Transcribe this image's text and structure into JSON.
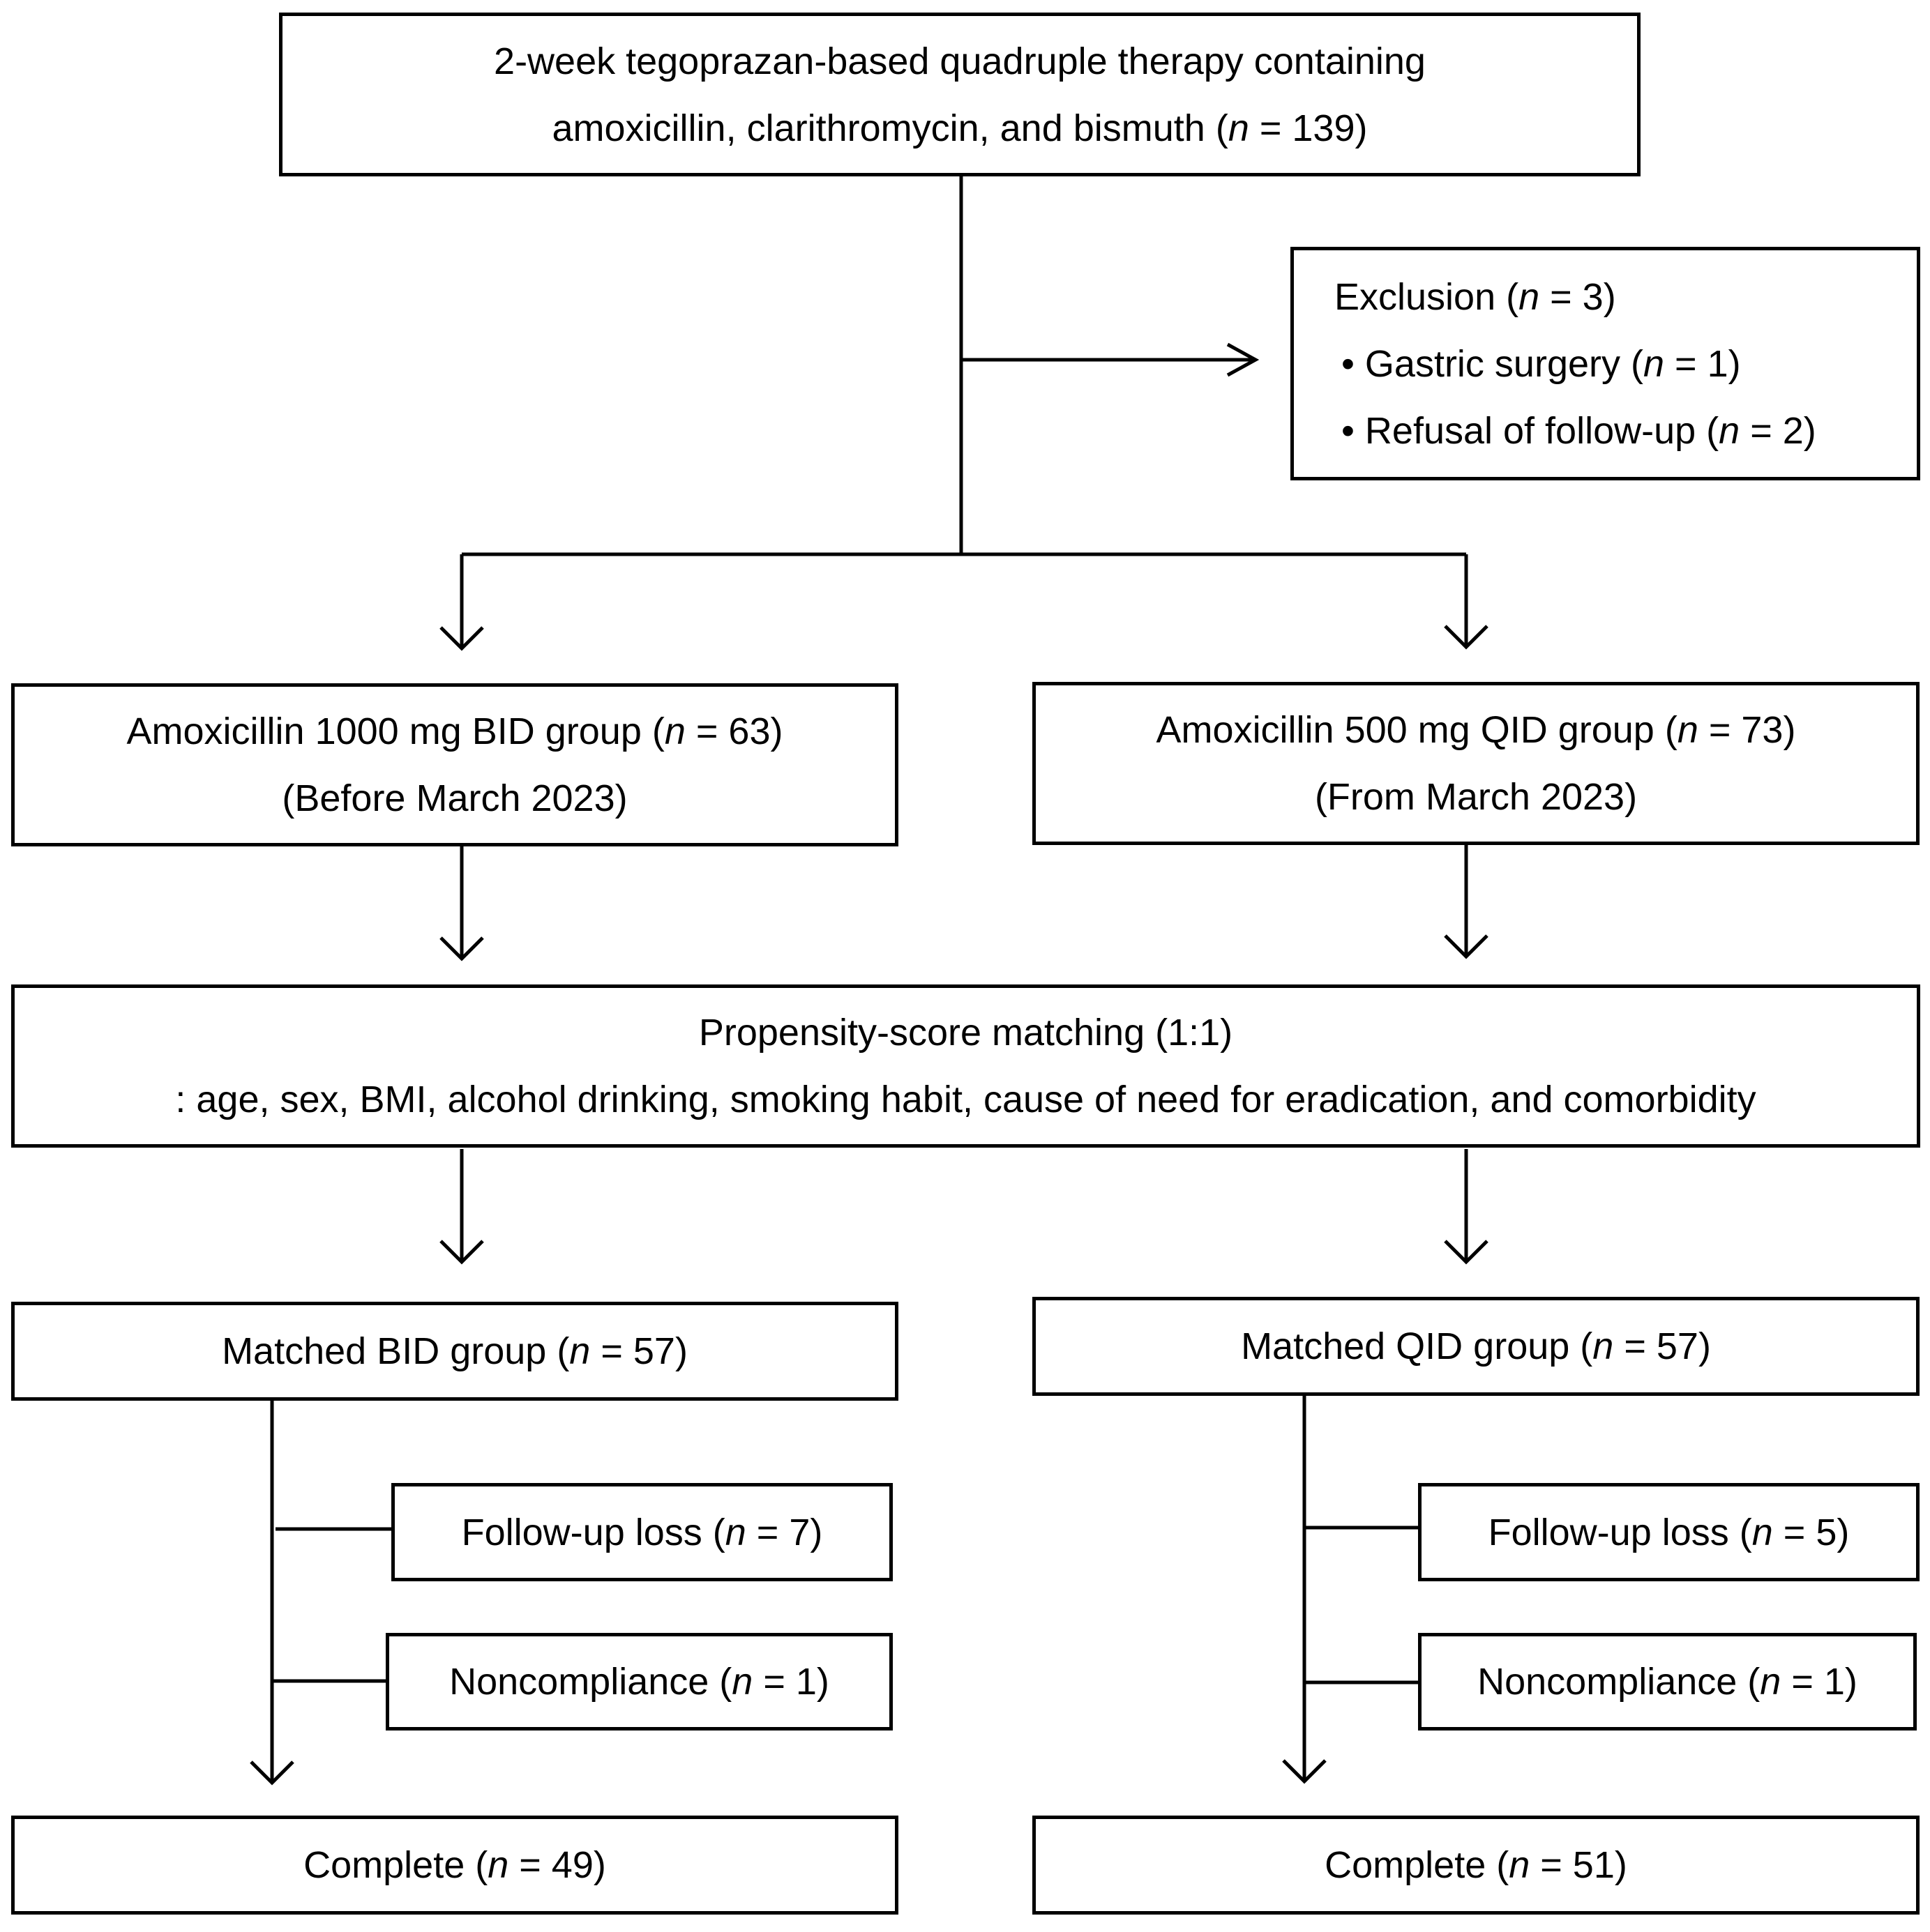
{
  "boxes": {
    "therapy": {
      "line1": "2-week tegoprazan-based quadruple therapy containing",
      "line2_pre": "amoxicillin,  clarithromycin, and bismuth  (",
      "n_var": "n",
      "line2_post": " = 139)"
    },
    "exclusion": {
      "title_pre": "Exclusion  (",
      "title_post": " = 3)",
      "n_var": "n",
      "items": [
        {
          "pre": "• Gastric surgery (",
          "post": " = 1)"
        },
        {
          "pre": "• Refusal of follow-up (",
          "post": " = 2)"
        }
      ]
    },
    "bid_group": {
      "line1_pre": "Amoxicillin  1000 mg  BID group  (",
      "line1_post": " = 63)",
      "n_var": "n",
      "line2": "(Before March 2023)"
    },
    "qid_group": {
      "line1_pre": "Amoxicillin  500 mg  QID group  (",
      "line1_post": " = 73)",
      "n_var": "n",
      "line2": "(From March 2023)"
    },
    "psm": {
      "line1": "Propensity-score matching  (1:1)",
      "line2": ": age, sex, BMI, alcohol drinking,  smoking habit,  cause of need for eradication,  and comorbidity"
    },
    "matched_bid": {
      "pre": "Matched BID group  (",
      "post": " = 57)",
      "n_var": "n"
    },
    "matched_qid": {
      "pre": "Matched QID group  (",
      "post": " = 57)",
      "n_var": "n"
    },
    "bid_followup": {
      "pre": "Follow-up  loss  (",
      "post": " = 7)",
      "n_var": "n"
    },
    "bid_noncompliance": {
      "pre": "Noncompliance  (",
      "post": " =  1)",
      "n_var": "n"
    },
    "qid_followup": {
      "pre": "Follow-up  loss  (",
      "post": " = 5)",
      "n_var": "n"
    },
    "qid_noncompliance": {
      "pre": "Noncompliance  (",
      "post": " =  1)",
      "n_var": "n"
    },
    "bid_complete": {
      "pre": "Complete  (",
      "post": " = 49)",
      "n_var": "n"
    },
    "qid_complete": {
      "pre": "Complete  (",
      "post": " = 51)",
      "n_var": "n"
    }
  }
}
